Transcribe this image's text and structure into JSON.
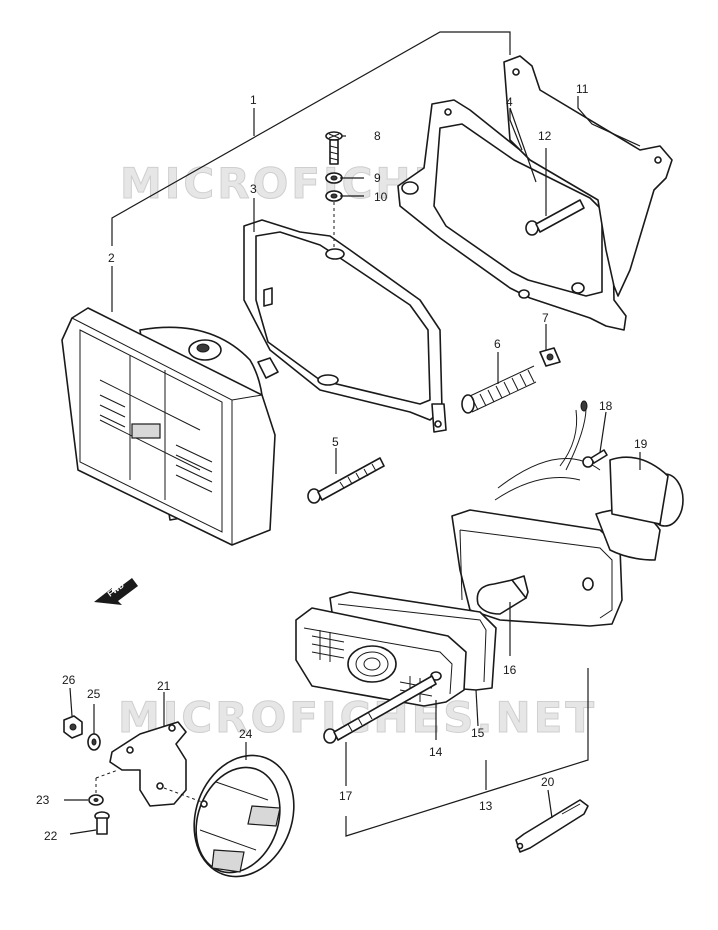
{
  "watermark": "MICROFICHES.NET",
  "direction_label": "FWD",
  "part_numbers": {
    "p1": "1",
    "p2": "2",
    "p3": "3",
    "p4": "4",
    "p5": "5",
    "p6": "6",
    "p7": "7",
    "p8": "8",
    "p9": "9",
    "p10": "10",
    "p11": "11",
    "p12": "12",
    "p13": "13",
    "p14": "14",
    "p15": "15",
    "p16": "16",
    "p17": "17",
    "p18": "18",
    "p19": "19",
    "p20": "20",
    "p21": "21",
    "p22": "22",
    "p23": "23",
    "p24": "24",
    "p25": "25",
    "p26": "26"
  }
}
